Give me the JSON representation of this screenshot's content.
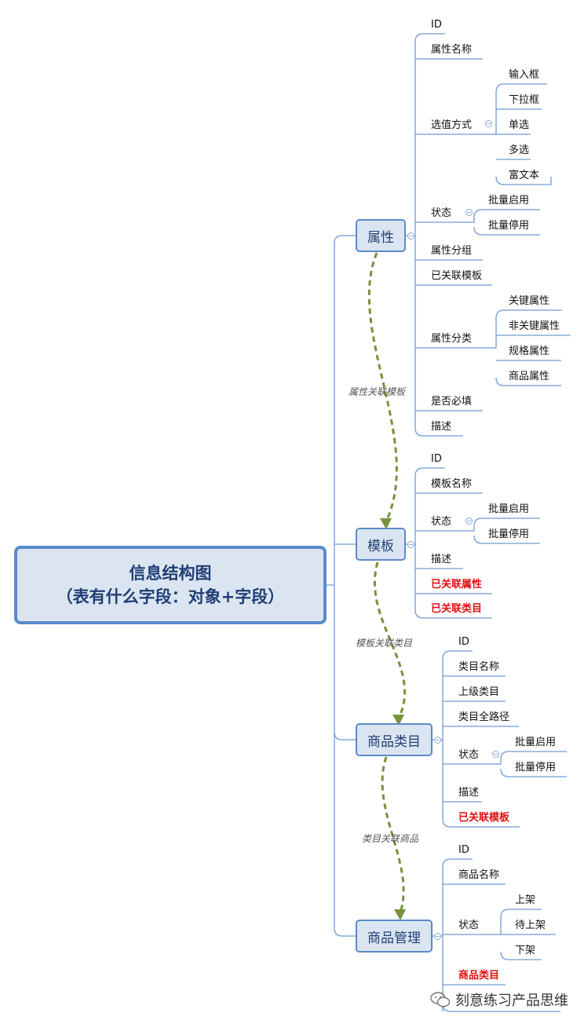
{
  "root": {
    "line1": "信息结构图",
    "line2": "（表有什么字段：对象+字段）"
  },
  "main": {
    "attr": {
      "label": "属性",
      "leaves": [
        "ID",
        "属性名称",
        "选值方式",
        "状态",
        "属性分组",
        "已关联模板",
        "属性分类",
        "是否必填",
        "描述"
      ],
      "select_mode": [
        "输入框",
        "下拉框",
        "单选",
        "多选",
        "富文本"
      ],
      "status": [
        "批量启用",
        "批量停用"
      ],
      "category": [
        "关键属性",
        "非关键属性",
        "规格属性",
        "商品属性"
      ]
    },
    "tmpl": {
      "label": "模板",
      "leaves": [
        "ID",
        "模板名称",
        "状态",
        "描述",
        "已关联属性",
        "已关联类目"
      ],
      "status": [
        "批量启用",
        "批量停用"
      ]
    },
    "cat": {
      "label": "商品类目",
      "leaves": [
        "ID",
        "类目名称",
        "上级类目",
        "类目全路径",
        "状态",
        "描述",
        "已关联模板"
      ],
      "status": [
        "批量启用",
        "批量停用"
      ]
    },
    "goods": {
      "label": "商品管理",
      "leaves": [
        "ID",
        "商品名称",
        "状态",
        "商品类目"
      ],
      "status": [
        "上架",
        "待上架",
        "下架"
      ]
    }
  },
  "relations": {
    "attr_tmpl": "属性关联模板",
    "tmpl_cat": "模板关联类目",
    "cat_goods": "类目关联商品"
  },
  "watermark": "刻意练习产品思维",
  "colors": {
    "box_border": "#5b8bc9",
    "box_fill": "#dbe5f2",
    "line": "#6f9bd3",
    "relation": "#76923c",
    "highlight": "#e01010"
  }
}
